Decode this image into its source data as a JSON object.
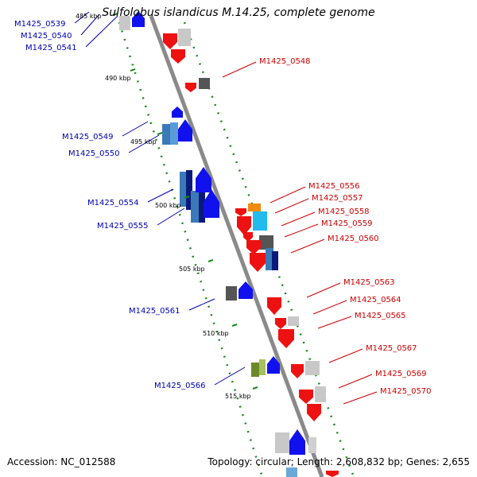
{
  "title": "Sulfolobus islandicus M.14.25, complete genome",
  "accession_text": "Accession: NC_012588",
  "summary_text": "Topology: circular; Length: 2,608,832 bp; Genes: 2,655",
  "colors": {
    "backbone": "#8a8a8a",
    "ruler_dots": "#1a8a1a",
    "left_labels": "#0000b0",
    "right_labels": "#cc0000",
    "plus_strand_genes": "#0000ee",
    "minus_strand_genes": "#ee0000"
  },
  "kbp_ticks": [
    {
      "text": "485 kbp"
    },
    {
      "text": "490 kbp"
    },
    {
      "text": "495 kbp"
    },
    {
      "text": "500 kbp"
    },
    {
      "text": "505 kbp"
    },
    {
      "text": "510 kbp"
    },
    {
      "text": "515 kbp"
    }
  ],
  "left_gene_labels": [
    {
      "text": "M1425_0539"
    },
    {
      "text": "M1425_0540"
    },
    {
      "text": "M1425_0541"
    },
    {
      "text": "M1425_0549"
    },
    {
      "text": "M1425_0550"
    },
    {
      "text": "M1425_0554"
    },
    {
      "text": "M1425_0555"
    },
    {
      "text": "M1425_0561"
    },
    {
      "text": "M1425_0566"
    }
  ],
  "right_gene_labels": [
    {
      "text": "M1425_0548"
    },
    {
      "text": "M1425_0556"
    },
    {
      "text": "M1425_0557"
    },
    {
      "text": "M1425_0558"
    },
    {
      "text": "M1425_0559"
    },
    {
      "text": "M1425_0560"
    },
    {
      "text": "M1425_0563"
    },
    {
      "text": "M1425_0564"
    },
    {
      "text": "M1425_0565"
    },
    {
      "text": "M1425_0567"
    },
    {
      "text": "M1425_0569"
    },
    {
      "text": "M1425_0570"
    }
  ]
}
